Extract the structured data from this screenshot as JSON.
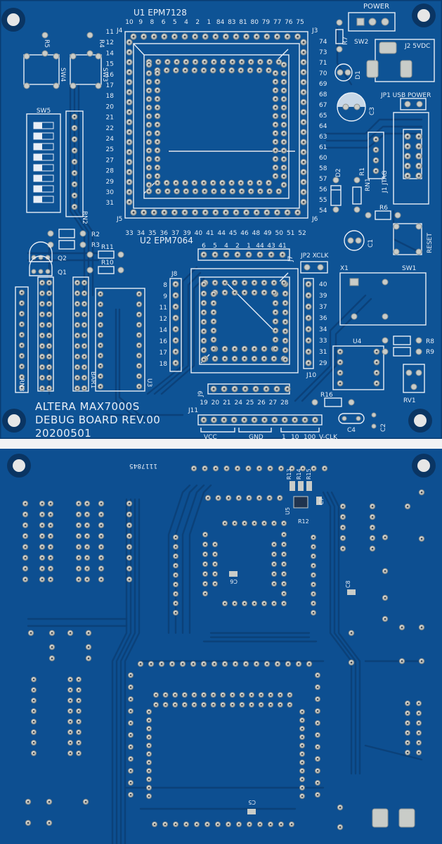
{
  "top_board": {
    "u1_label": "U1 EPM7128",
    "u2_label": "U2 EPM7064",
    "power_label": "POWER",
    "j2_label": "J2 5VDC",
    "jp1_label": "JP1 USB POWER",
    "jtag_label": "J1 JTAG",
    "reset_label": "RESET",
    "jp2_label": "JP2 XCLK",
    "u1_top_pins": [
      "10",
      "9",
      "8",
      "6",
      "5",
      "4",
      "2",
      "1",
      "84",
      "83",
      "81",
      "80",
      "79",
      "77",
      "76",
      "75"
    ],
    "u1_left_pins": [
      "11",
      "12",
      "14",
      "15",
      "16",
      "17",
      "18",
      "20",
      "21",
      "22",
      "24",
      "25",
      "27",
      "28",
      "29",
      "30",
      "31"
    ],
    "u1_right_pins": [
      "74",
      "73",
      "71",
      "70",
      "69",
      "68",
      "67",
      "65",
      "64",
      "63",
      "61",
      "60",
      "58",
      "57",
      "56",
      "55",
      "54"
    ],
    "u1_bottom_pins": [
      "33",
      "34",
      "35",
      "36",
      "37",
      "39",
      "40",
      "41",
      "44",
      "45",
      "46",
      "48",
      "49",
      "50",
      "51",
      "52"
    ],
    "u2_top_pins": [
      "6",
      "5",
      "4",
      "2",
      "1",
      "44",
      "43",
      "41"
    ],
    "j8_pins": [
      "8",
      "9",
      "11",
      "12",
      "14",
      "16",
      "17",
      "18"
    ],
    "j10_pins": [
      "40",
      "39",
      "37",
      "36",
      "34",
      "33",
      "31",
      "29"
    ],
    "j9_pins": [
      "19",
      "20",
      "21",
      "24",
      "25",
      "26",
      "27",
      "28"
    ],
    "j11_groups": [
      "VCC",
      "GND",
      "1",
      "10",
      "100",
      "V-CLK"
    ],
    "refs": {
      "j4": "J4",
      "j3": "J3",
      "j5": "J5",
      "j6": "J6",
      "j7": "J7",
      "j8": "J8",
      "j9": "J9",
      "j10": "J10",
      "j11": "J11",
      "r1": "R1",
      "r2": "R2",
      "r3": "R3",
      "r4": "R4",
      "r5": "R5",
      "r6": "R6",
      "r7": "R7",
      "r8": "R8",
      "r9": "R9",
      "r10": "R10",
      "r11": "R11",
      "r16": "R16",
      "rn1": "RN1",
      "rn2": "RN2",
      "rn3": "RN3",
      "bar1": "BAR1",
      "u3": "U3",
      "u4": "U4",
      "q1": "Q1",
      "q2": "Q2",
      "d1": "D1",
      "d2": "D2",
      "c1": "C1",
      "c2": "C2",
      "c3": "C3",
      "c4": "C4",
      "sw1": "SW1",
      "sw2": "SW2",
      "sw3": "SW3",
      "sw4": "SW4",
      "sw5": "SW5",
      "x1": "X1",
      "rv1": "RV1"
    },
    "title_line1": "ALTERA MAX7000S",
    "title_line2": "DEBUG BOARD REV.00",
    "title_line3": "20200501"
  },
  "bottom_board": {
    "serial": "1117845",
    "refs": {
      "r12": "R12",
      "r13": "R13",
      "r14": "R14",
      "r15": "R15",
      "u5": "U5",
      "c5": "C5",
      "c6": "C6",
      "c7": "C7",
      "c8": "C8"
    }
  },
  "colors": {
    "soldermask": "#0d4f91",
    "soldermask_dark": "#0a3d73",
    "silkscreen": "#e8eef6",
    "pad": "#c9ccc8",
    "background": "#ffffff"
  }
}
